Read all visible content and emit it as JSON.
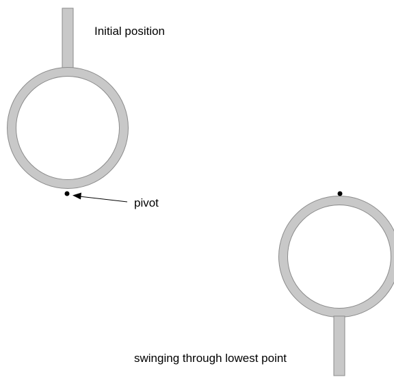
{
  "labels": {
    "initial_position": "Initial position",
    "pivot": "pivot",
    "lowest_point": "swinging through lowest point"
  },
  "colors": {
    "ring_fill": "#c8c8c8",
    "ring_stroke": "#8a8a8a",
    "rod_fill": "#c8c8c8",
    "rod_stroke": "#8a8a8a",
    "pivot_dot": "#000000",
    "arrow": "#000000",
    "text": "#000000",
    "background": "#ffffff"
  }
}
